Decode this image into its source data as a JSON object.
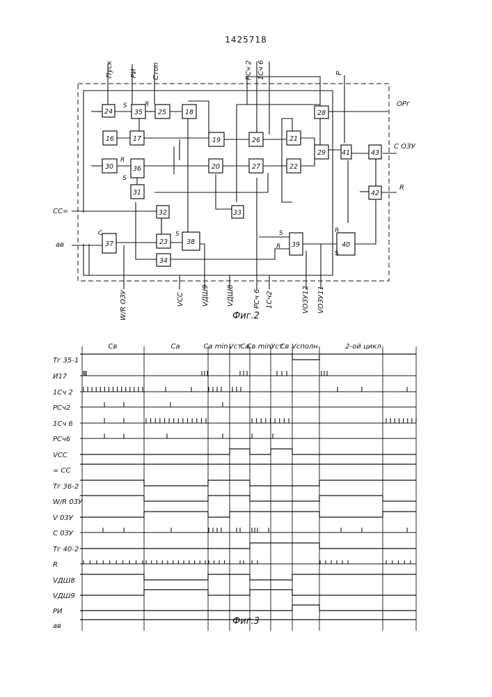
{
  "page_number": "1425718",
  "figure2": {
    "caption": "Фиг.2",
    "blocks": [
      "24",
      "35",
      "25",
      "18",
      "16",
      "17",
      "19",
      "26",
      "21",
      "28",
      "29",
      "30",
      "36",
      "31",
      "20",
      "27",
      "22",
      "41",
      "43",
      "42",
      "32",
      "33",
      "37",
      "23",
      "38",
      "34",
      "39",
      "40"
    ],
    "pin_labels": {
      "s_35": "S",
      "r_35": "R",
      "r_36": "R",
      "s_36": "S",
      "c_37": "C",
      "s_38": "S",
      "s_39": "S",
      "r_39": "R",
      "r_40": "R",
      "s_40": "S"
    },
    "top_signals": [
      "Пуск",
      "РИ",
      "Стоп",
      "РСч 2",
      "1Сч 6",
      "Р"
    ],
    "left_signals": [
      "CC=",
      "ав"
    ],
    "right_signals": [
      "ОРг",
      "С ОЗУ",
      "R"
    ],
    "bottom_signals": [
      "W/R ОЗУ",
      "VCC",
      "VДШ9",
      "VДШ8",
      "РСч 6",
      "1Сч2",
      "VОЗУ12",
      "VОЗУ11"
    ]
  },
  "figure3": {
    "caption": "Фиг.3",
    "phases": [
      "Св",
      "Са",
      "Са min",
      "Vст",
      "Са",
      "Св min",
      "Уст",
      "Св",
      "Vсполн",
      "2-ой цикл"
    ],
    "rows": [
      "Тг 35-1",
      "И17",
      "1Сч 2",
      "РСч2",
      "1Сч 6",
      "РСч6",
      "VCC",
      "= CC",
      "Тг 36-2",
      "W/R 03У",
      "V 03У",
      "С 03У",
      "Тг 40-2",
      "R",
      "VДШ8",
      "VДШ9",
      "РИ",
      "ав"
    ]
  }
}
